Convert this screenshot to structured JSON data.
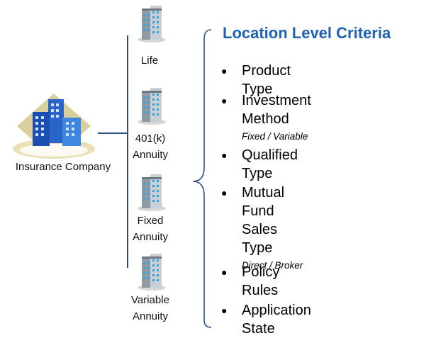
{
  "company": {
    "label": "Insurance Company",
    "icon": "office-building-icon"
  },
  "products": [
    {
      "label": "Life",
      "icon": "building-icon"
    },
    {
      "label": "401(k)\nAnnuity",
      "icon": "building-icon"
    },
    {
      "label": "Fixed\nAnnuity",
      "icon": "building-icon"
    },
    {
      "label": "Variable\nAnnuity",
      "icon": "building-icon"
    }
  ],
  "criteria": {
    "title": "Location Level Criteria",
    "items": [
      {
        "label": "Product Type",
        "sub": ""
      },
      {
        "label": "Investment Method",
        "sub": "Fixed / Variable"
      },
      {
        "label": "Qualified Type",
        "sub": ""
      },
      {
        "label": "Mutual Fund\nSales Type",
        "sub": "Direct / Broker"
      },
      {
        "label": "Policy Rules",
        "sub": ""
      },
      {
        "label": "Application State",
        "sub": ""
      }
    ]
  },
  "colors": {
    "title": "#1f63b0",
    "connector": "#2b4f86"
  }
}
